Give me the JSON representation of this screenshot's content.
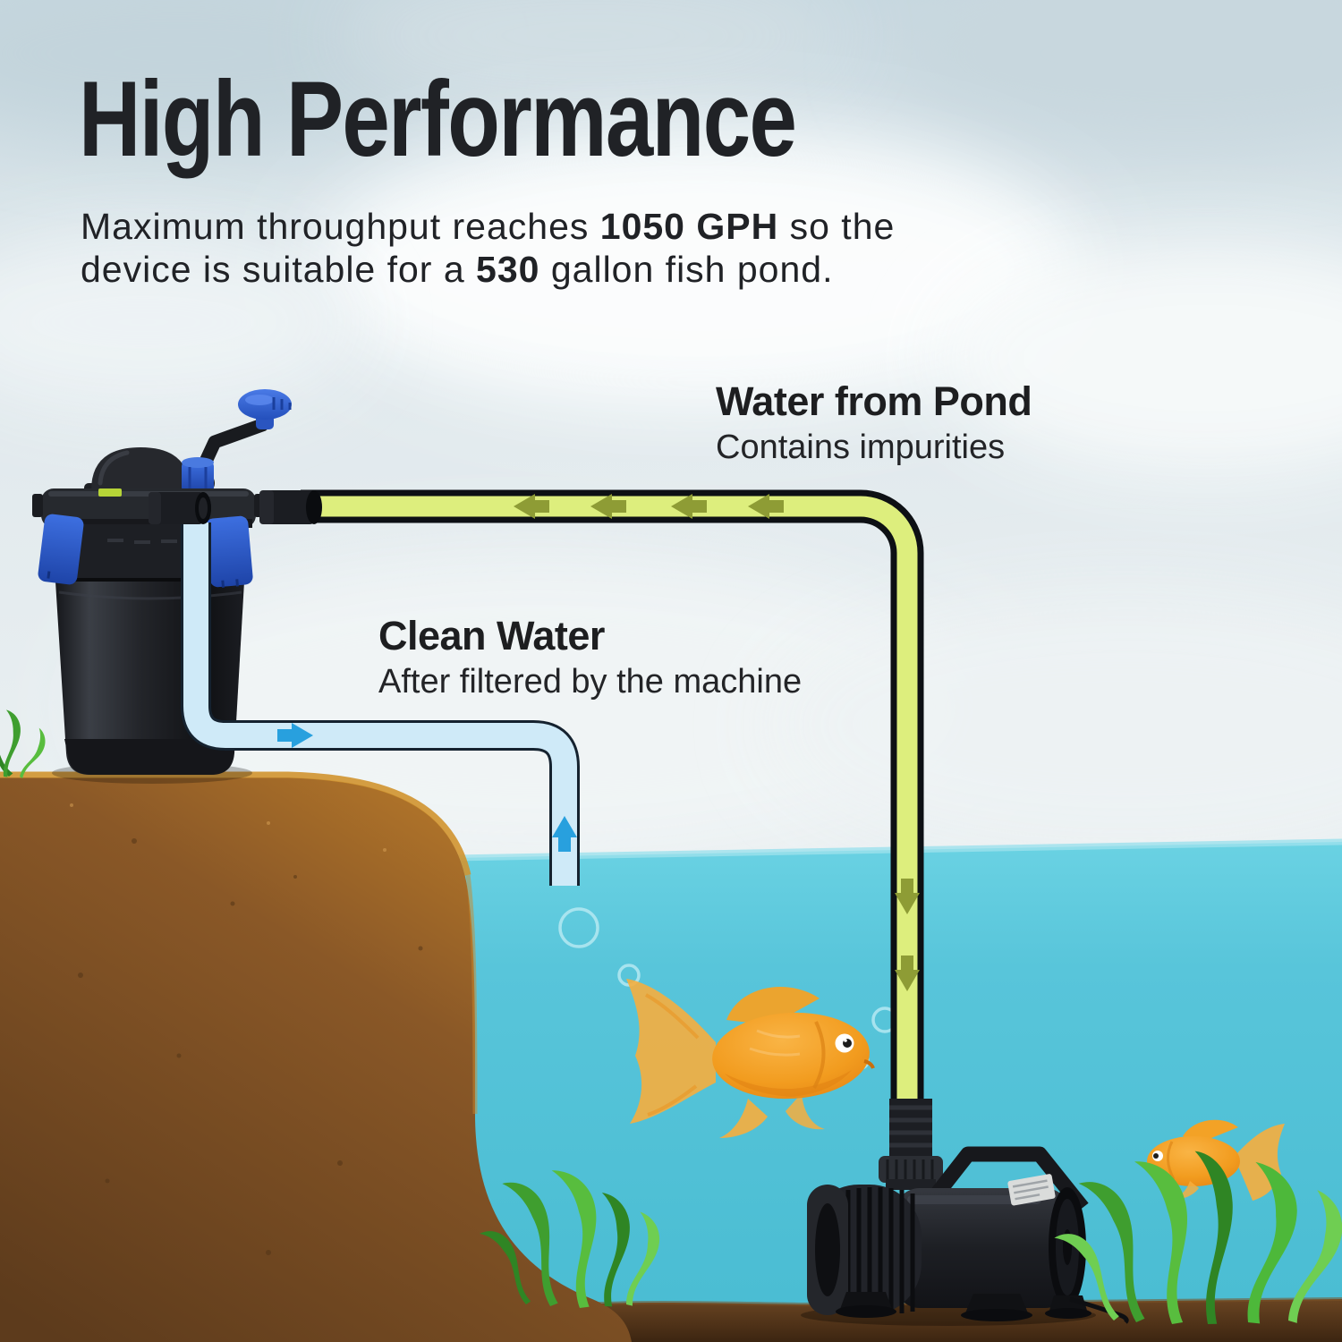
{
  "header": {
    "title": "High Performance",
    "line1": {
      "pre": "Maximum throughput reaches ",
      "bold": "1050 GPH",
      "post": " so the"
    },
    "line2": {
      "pre": "device is suitable for a ",
      "bold": "530",
      "post": " gallon fish pond."
    }
  },
  "flow_labels": {
    "pond": {
      "title": "Water from Pond",
      "subtitle": "Contains impurities"
    },
    "clean": {
      "title": "Clean Water",
      "subtitle": "After filtered by the machine"
    }
  },
  "icons": {
    "dirty_flow_arrow_left": "◄",
    "dirty_flow_arrow_up": "▲",
    "clean_flow_arrow_right": "►",
    "clean_flow_arrow_down": "▼",
    "bubble": "○"
  },
  "palette": {
    "sky_top": "#c7d8e0",
    "sky_bottom": "#e9eff1",
    "water": "#58c5da",
    "water_surface": "#9ce1ec",
    "ground": "#8a5827",
    "ground_rim": "#d0932f",
    "pond_bed": "#4e3216",
    "dirty_tube_fill": "#ddee7d",
    "dirty_tube_border": "#0d1014",
    "dirty_arrow": "#8e9c35",
    "clean_tube_fill": "#cfeaf8",
    "clean_tube_border": "#15222f",
    "clean_arrow": "#28a0de",
    "device_black": "#1e2024",
    "device_blue": "#2e5ecf",
    "goldfish": "#f29c1f",
    "seaweed": "#44a834",
    "text": "#202226"
  }
}
